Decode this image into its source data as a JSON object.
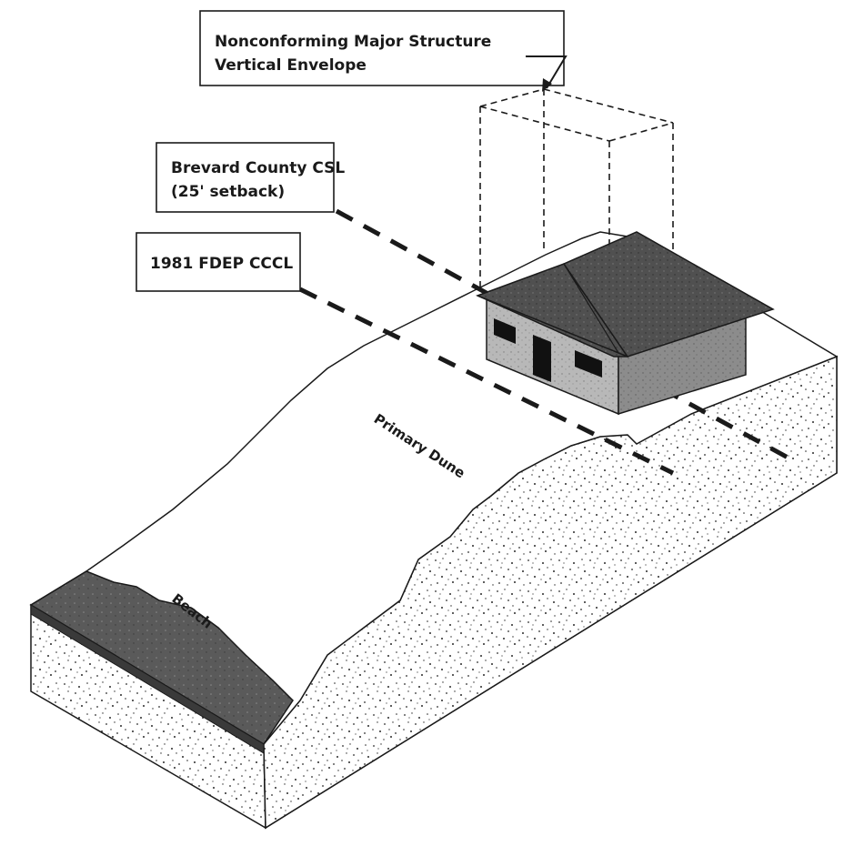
{
  "labels": {
    "envelope_line1": "Nonconforming Major Structure",
    "envelope_line2": "Vertical Envelope",
    "csl_line1": "Brevard County CSL",
    "csl_line2": "(25' setback)",
    "cccl": "1981 FDEP CCCL",
    "primary_dune": "Primary Dune",
    "beach": "Beach"
  },
  "colors": {
    "line": "#1a1a1a",
    "beach_fill": "#5a5a5a",
    "roof_fill": "#505050",
    "wall_fill": "#b8b8b8",
    "wall_side_fill": "#8c8c8c",
    "soil_dots": "#2b2b2b",
    "background": "#ffffff"
  }
}
